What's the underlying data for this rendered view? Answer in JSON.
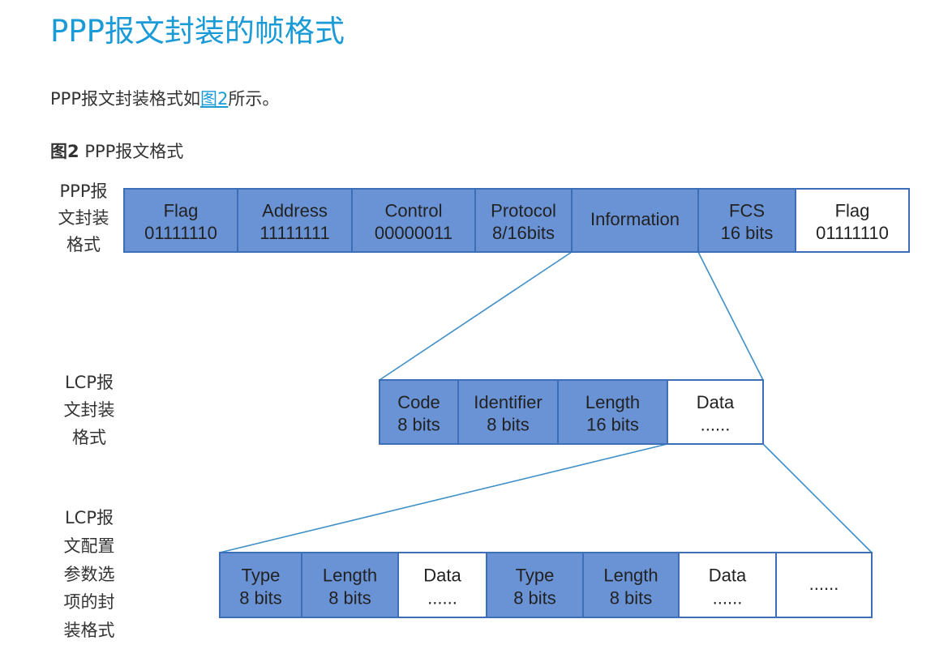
{
  "heading": "PPP报文封装的帧格式",
  "intro": {
    "before": "PPP报文封装格式如",
    "link": "图2",
    "after": "所示。"
  },
  "figure": {
    "number": "图2",
    "title": "PPP报文格式",
    "rows": [
      {
        "label": [
          "PPP报",
          "文封装",
          "格式"
        ],
        "cells": [
          {
            "l1": "Flag",
            "l2": "01111110",
            "filled": true
          },
          {
            "l1": "Address",
            "l2": "11111111",
            "filled": true
          },
          {
            "l1": "Control",
            "l2": "00000011",
            "filled": true
          },
          {
            "l1": "Protocol",
            "l2": "8/16bits",
            "filled": true
          },
          {
            "l1": "Information",
            "l2": "",
            "filled": true
          },
          {
            "l1": "FCS",
            "l2": "16 bits",
            "filled": true
          },
          {
            "l1": "Flag",
            "l2": "01111110",
            "filled": false
          }
        ]
      },
      {
        "label": [
          "LCP报",
          "文封装",
          "格式"
        ],
        "cells": [
          {
            "l1": "Code",
            "l2": "8 bits",
            "filled": true
          },
          {
            "l1": "Identifier",
            "l2": "8 bits",
            "filled": true
          },
          {
            "l1": "Length",
            "l2": "16 bits",
            "filled": true
          },
          {
            "l1": "Data",
            "l2": "......",
            "filled": false
          }
        ]
      },
      {
        "label": [
          "LCP报",
          "文配置",
          "参数选",
          "项的封",
          "装格式"
        ],
        "cells": [
          {
            "l1": "Type",
            "l2": "8 bits",
            "filled": true
          },
          {
            "l1": "Length",
            "l2": "8 bits",
            "filled": true
          },
          {
            "l1": "Data",
            "l2": "......",
            "filled": false
          },
          {
            "l1": "Type",
            "l2": "8 bits",
            "filled": true
          },
          {
            "l1": "Length",
            "l2": "8 bits",
            "filled": true
          },
          {
            "l1": "Data",
            "l2": "......",
            "filled": false
          },
          {
            "l1": "......",
            "l2": "",
            "filled": false
          }
        ]
      }
    ]
  }
}
